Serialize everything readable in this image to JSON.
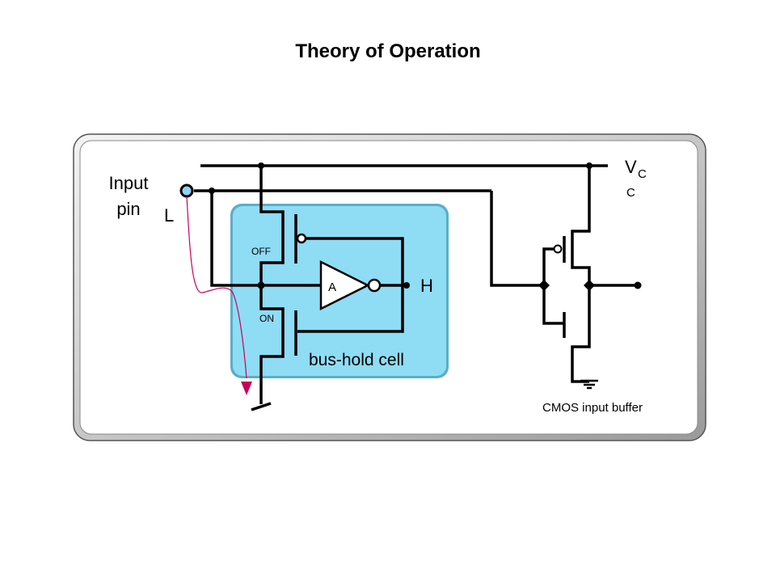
{
  "title": "Theory of Operation",
  "labels": {
    "input_pin_line1": "Input",
    "input_pin_line2": "pin",
    "input_level": "L",
    "pmos_state": "OFF",
    "nmos_state": "ON",
    "inverter": "A",
    "hold_level": "H",
    "cell_name": "bus-hold cell",
    "vcc_main": "V",
    "vcc_sub1": "C",
    "vcc_sub2": "C",
    "buffer_name": "CMOS input buffer"
  },
  "colors": {
    "cell_fill": "#8fdcf5",
    "pin_fill": "#8fd3f2",
    "current_path": "#c8005a"
  }
}
